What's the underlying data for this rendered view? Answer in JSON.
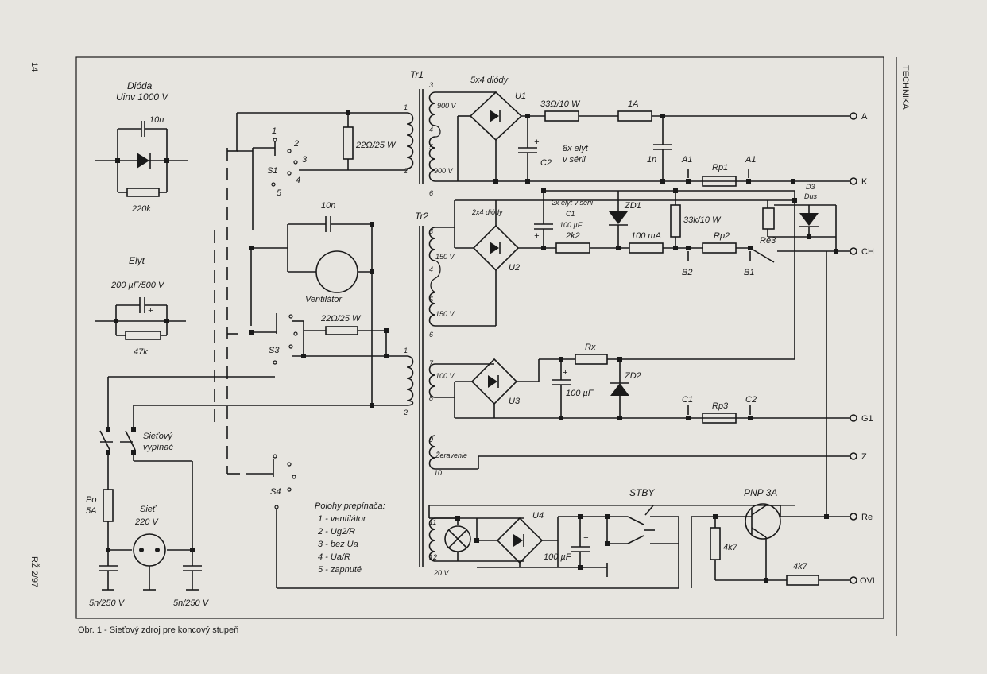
{
  "page": {
    "number": "14",
    "journal": "RŽ 2/97",
    "section": "TECHNIKA",
    "caption": "Obr. 1 - Sieťový zdroj pre koncový stupeň"
  },
  "legend_blocks": {
    "dioda_title": "Dióda",
    "dioda_uinv": "Uinv 1000 V",
    "dioda_cap": "10n",
    "dioda_res": "220k",
    "elyt_title": "Elyt",
    "elyt_value": "200 µF/500 V",
    "elyt_res": "47k"
  },
  "switches": {
    "s1": "S1",
    "s3": "S3",
    "s4": "S4",
    "p1": "1",
    "p2": "2",
    "p3": "3",
    "p4": "4",
    "p5": "5",
    "r_s1": "22Ω/25 W",
    "r_s3": "22Ω/25 W",
    "fan_cap": "10n",
    "fan_label": "Ventilátor",
    "mains_switch_1": "Sieťový",
    "mains_switch_2": "vypínač"
  },
  "mains": {
    "fuse_name": "Po",
    "fuse_value": "5A",
    "net_1": "Sieť",
    "net_2": "220 V",
    "cap_left": "5n/250 V",
    "cap_right": "5n/250 V"
  },
  "positions": {
    "title": "Polohy prepínača:",
    "items": [
      "1 - ventilátor",
      "2 - Ug2/R",
      "3 - bez Ua",
      "4 - Ua/R",
      "5 - zapnuté"
    ]
  },
  "transformers": {
    "tr1": "Tr1",
    "tr2": "Tr2",
    "tr1_v1": "900 V",
    "tr1_v2": "900 V",
    "tr2_v1": "150 V",
    "tr2_v2": "150 V",
    "tr2_v3": "100 V",
    "zeravenie": "Žeravenie",
    "v20": "20 V",
    "n1": "1",
    "n2": "2",
    "n3": "3",
    "n4": "4",
    "n5": "5",
    "n6": "6",
    "n7": "7",
    "n8": "8",
    "n9": "9",
    "n10": "10",
    "n11": "11",
    "n12": "12"
  },
  "hv_section": {
    "bridge": "5x4 diódy",
    "u1": "U1",
    "r_33": "33Ω/10 W",
    "fuse": "1A",
    "c2": "C2",
    "elyt_series_1": "8x elyt",
    "elyt_series_2": "v sérii",
    "c_1n": "1n",
    "a1_left": "A1",
    "a1_right": "A1",
    "rp1": "Rp1",
    "d3": "D3",
    "dus": "Dus"
  },
  "g2_section": {
    "bridge": "2x4 diódy",
    "u2": "U2",
    "c1_1": "2x elyt v sérii",
    "c1_2": "C1",
    "c1_3": "100 µF",
    "r_2k2": "2k2",
    "fuse": "100 mA",
    "zd1": "ZD1",
    "r_33k": "33k/10 W",
    "rp2": "Rp2",
    "re3": "Re3",
    "b2": "B2",
    "b1": "B1"
  },
  "g1_section": {
    "u3": "U3",
    "rx": "Rx",
    "cap": "100 µF",
    "zd2": "ZD2",
    "c1": "C1",
    "c2": "C2",
    "rp3": "Rp3"
  },
  "relay_section": {
    "u4": "U4",
    "cap": "100 µF",
    "stby": "STBY",
    "pnp": "PNP 3A",
    "r1": "4k7",
    "r2": "4k7"
  },
  "terminals": [
    "A",
    "K",
    "CH",
    "G1",
    "Z",
    "Re",
    "OVL"
  ]
}
